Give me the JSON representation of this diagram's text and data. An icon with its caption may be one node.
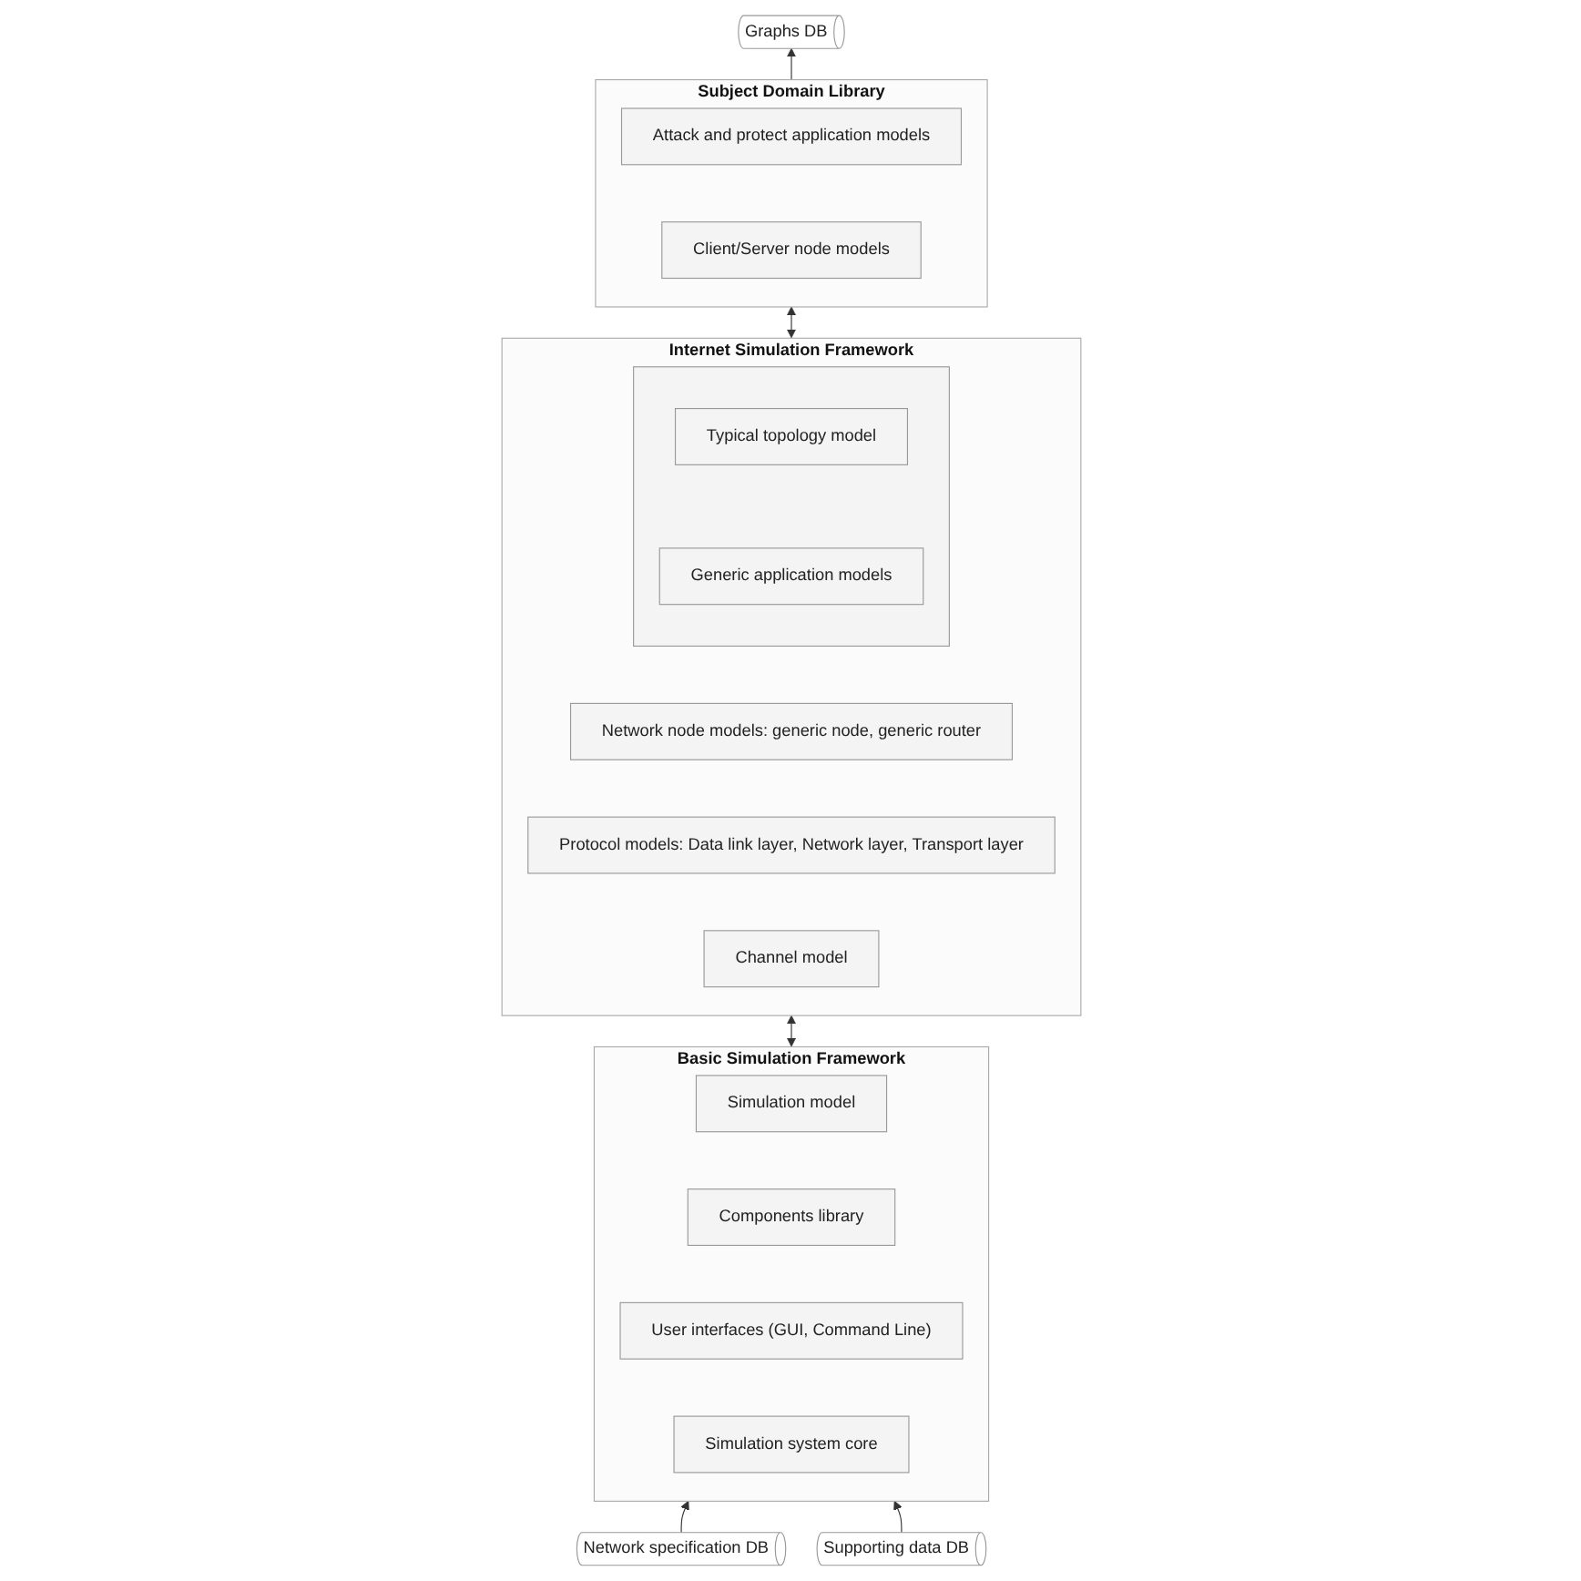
{
  "diagram": {
    "nodes": [
      {
        "text": [
          "Graphs DB"
        ]
      },
      {
        "text": [
          "Subject Domain Library"
        ]
      },
      {
        "text": [
          "Attack and protect application models"
        ],
        "in": 1
      },
      {
        "text": [
          "Client/Server node models"
        ],
        "in": 1
      },
      {
        "text": [
          "Internet Simulation Framework"
        ]
      },
      {
        "text": [],
        "shape": "box",
        "in": 4
      },
      {
        "text": [
          "Typical topology model"
        ],
        "in": 5
      },
      {
        "text": [
          "Generic application models"
        ],
        "in": 5
      },
      {
        "text": [
          "Network node models: generic node, generic router"
        ],
        "in": 4
      },
      {
        "text": [
          "Protocol models: Data link layer, Network layer, Transport layer"
        ],
        "in": 4
      },
      {
        "text": [
          "Channel model"
        ],
        "in": 4
      },
      {
        "text": [
          "Basic Simulation Framework"
        ]
      },
      {
        "text": [
          "Simulation model"
        ],
        "in": 11
      },
      {
        "text": [
          "Components library"
        ],
        "in": 11
      },
      {
        "text": [
          "User interfaces (GUI, Command Line)"
        ],
        "in": 11
      },
      {
        "text": [
          "Simulation system core"
        ],
        "in": 11
      },
      {
        "text": [
          "Network specification DB"
        ]
      },
      {
        "text": [
          "Supporting data DB"
        ]
      }
    ],
    "edges": [
      {
        "from": 1,
        "to": 0,
        "arrow": "to"
      },
      {
        "from": 4,
        "to": 1,
        "arrow": "both"
      },
      {
        "from": 11,
        "to": 4,
        "arrow": "both"
      },
      {
        "from": 16,
        "to": 11,
        "arrow": "to"
      },
      {
        "from": 17,
        "to": 11,
        "arrow": "to"
      }
    ]
  }
}
